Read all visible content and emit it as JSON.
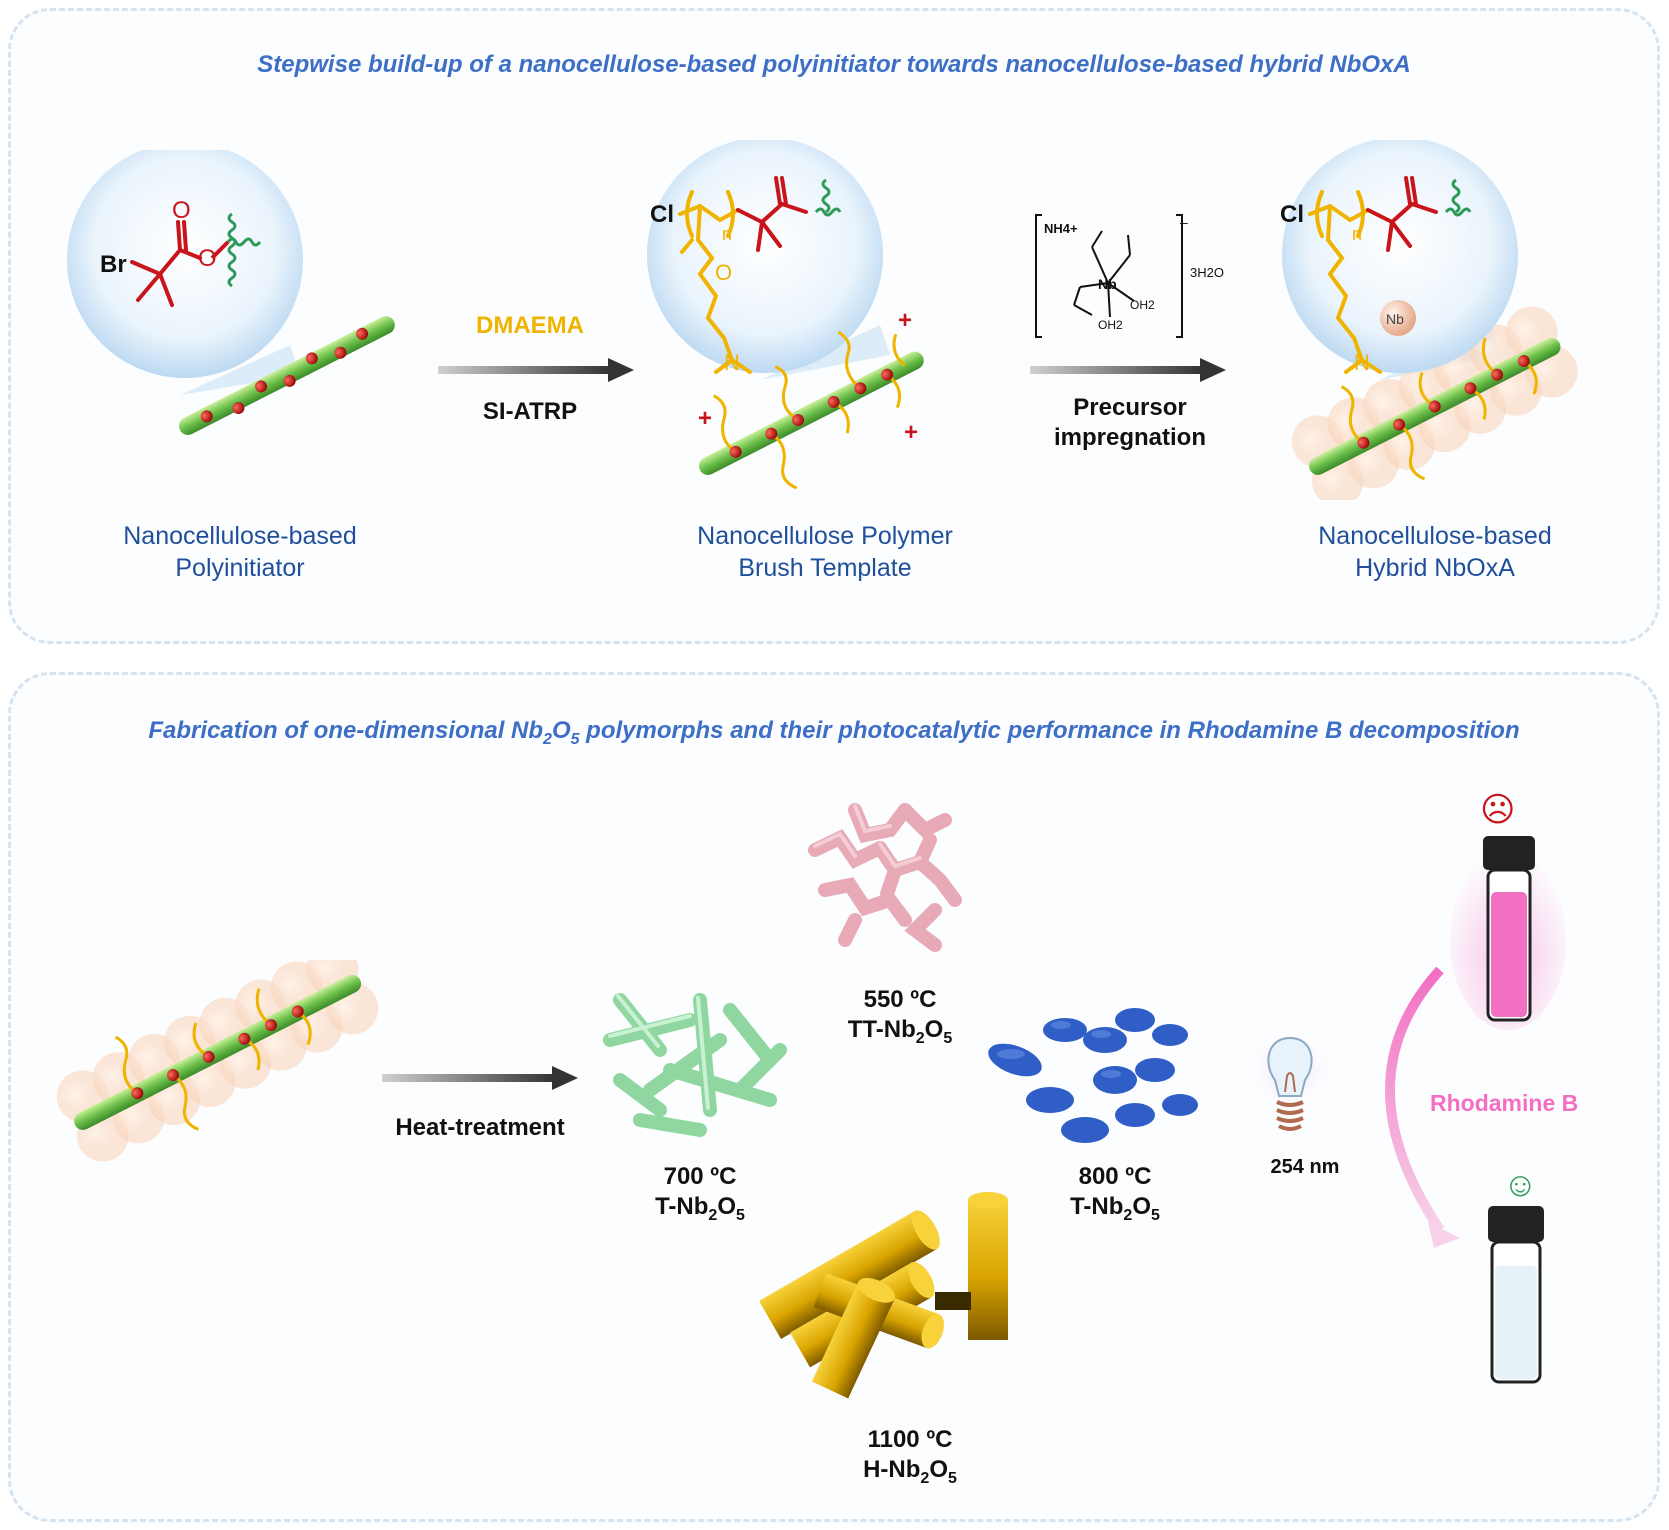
{
  "top_panel": {
    "title": "Stepwise build-up of a nanocellulose-based polyinitiator towards nanocellulose-based hybrid NbOxA",
    "step1": {
      "label_line1": "Nanocellulose-based",
      "label_line2": "Polyinitiator",
      "atom_br": "Br",
      "atom_o1": "O",
      "atom_o2": "O"
    },
    "arrow1": {
      "reagent": "DMAEMA",
      "condition": "SI-ATRP"
    },
    "step2": {
      "label_line1": "Nanocellulose Polymer",
      "label_line2": "Brush Template",
      "atom_cl": "Cl",
      "atom_n": "N",
      "subscript_n": "n",
      "atom_o": "O",
      "plus": "+"
    },
    "arrow2": {
      "precursor_cation": "NH4+",
      "precursor_nb": "Nb",
      "precursor_oh2": "OH2",
      "precursor_water": "3H2O",
      "condition_line1": "Precursor",
      "condition_line2": "impregnation"
    },
    "step3": {
      "label_line1": "Nanocellulose-based",
      "label_line2": "Hybrid NbOxA",
      "nb_badge": "Nb"
    }
  },
  "bottom_panel": {
    "title": "Fabrication of one-dimensional Nb2O5 polymorphs and their photocatalytic performance in Rhodamine B decomposition",
    "title_parts": {
      "before": "Fabrication of one-dimensional Nb",
      "sub1": "2",
      "mid": "O",
      "sub2": "5",
      "after": " polymorphs and their photocatalytic performance in Rhodamine B decomposition"
    },
    "heat_treatment": "Heat-treatment",
    "polymorphs": [
      {
        "temp": "550 ºC",
        "phase_prefix": "TT-Nb",
        "sub1": "2",
        "mid": "O",
        "sub2": "5"
      },
      {
        "temp": "700 ºC",
        "phase_prefix": "T-Nb",
        "sub1": "2",
        "mid": "O",
        "sub2": "5"
      },
      {
        "temp": "800 ºC",
        "phase_prefix": "T-Nb",
        "sub1": "2",
        "mid": "O",
        "sub2": "5"
      },
      {
        "temp": "1100 ºC",
        "phase_prefix": "H-Nb",
        "sub1": "2",
        "mid": "O",
        "sub2": "5"
      }
    ],
    "lamp_label": "254 nm",
    "dye_label": "Rhodamine B",
    "sad_face": "☹",
    "happy_face": "☺"
  },
  "colors": {
    "title_blue": "#3d6fc6",
    "label_blue": "#1f4f9a",
    "polymer_yellow": "#f0b400",
    "ester_red": "#c8141a",
    "wave_green": "#2e9a5a",
    "rhodamine_pink": "#f26fc3",
    "tt_pink": "#e7aab6",
    "t700_green": "#8fd6a0",
    "t800_blue": "#2f5ec7",
    "h_gold": "#d9a400"
  }
}
